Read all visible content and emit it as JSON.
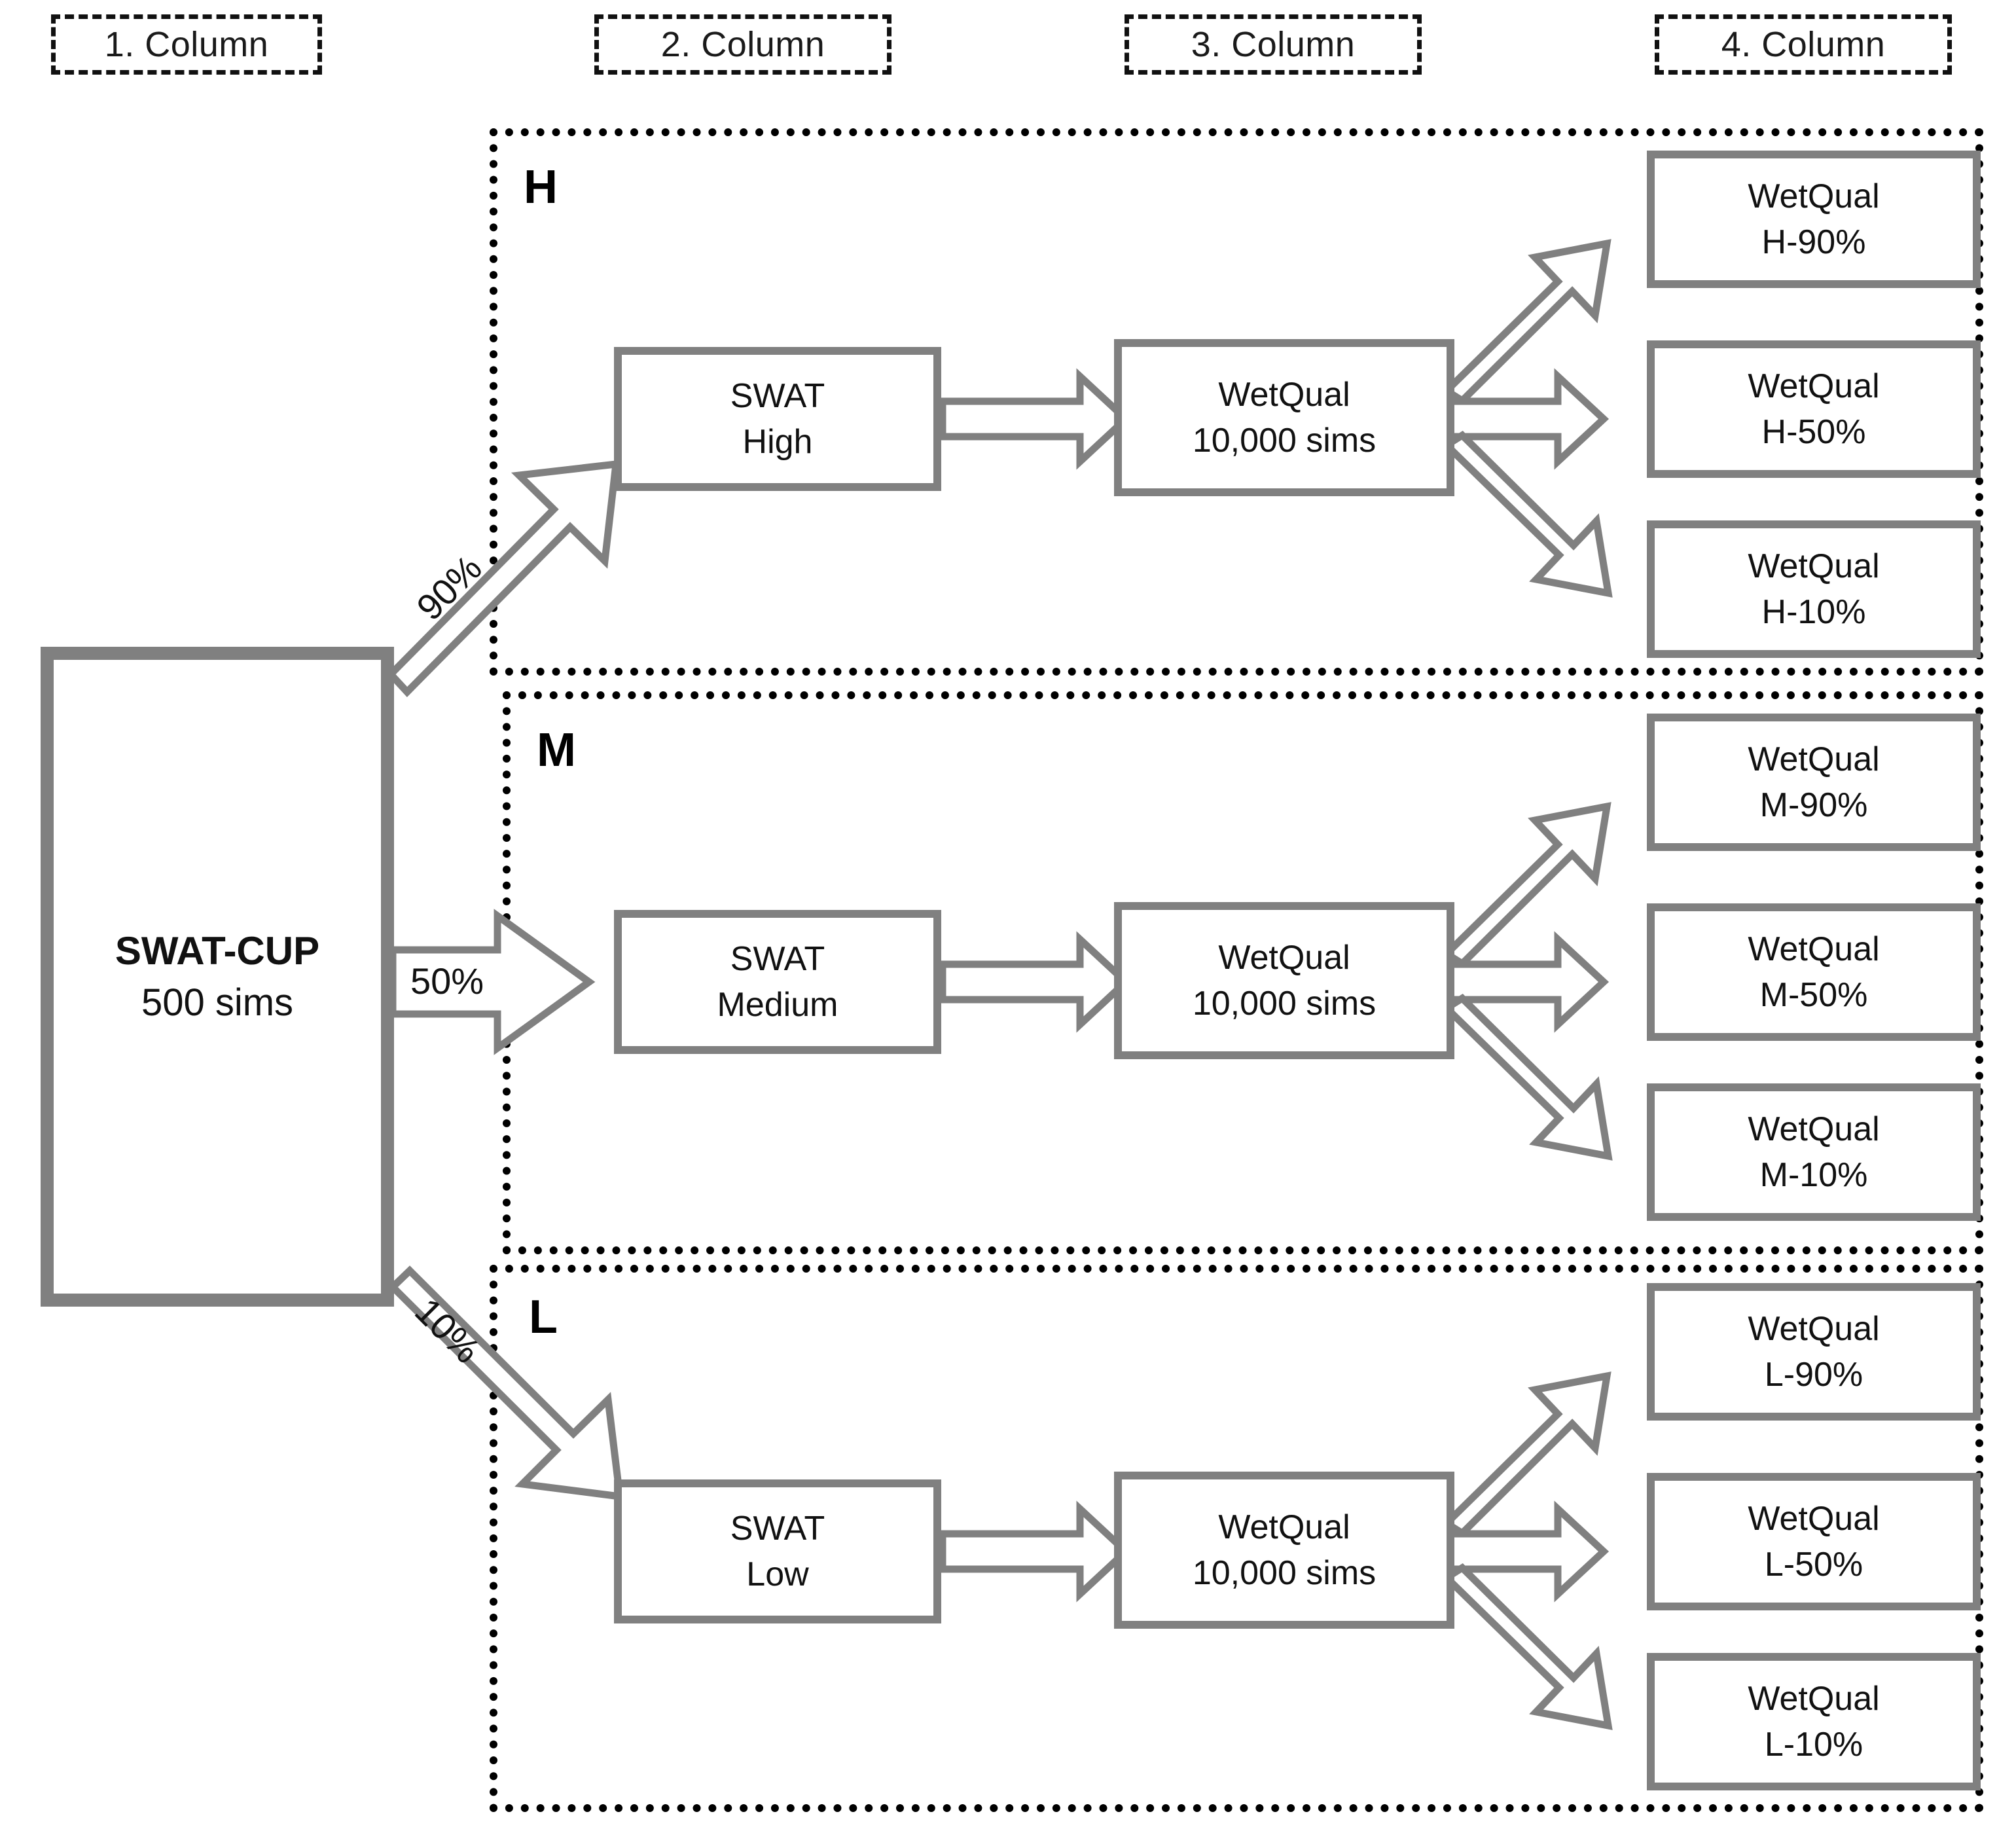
{
  "column_headers": [
    {
      "label": "1. Column"
    },
    {
      "label": "2. Column"
    },
    {
      "label": "3. Column"
    },
    {
      "label": "4. Column"
    }
  ],
  "root": {
    "title": "SWAT-CUP",
    "subtitle": "500 sims"
  },
  "branch_labels": {
    "high": "90%",
    "medium": "50%",
    "low": "10%"
  },
  "bands": [
    {
      "id": "H",
      "label": "H",
      "swat": {
        "title": "SWAT",
        "subtitle": "High"
      },
      "wetqual": {
        "title": "WetQual",
        "subtitle": "10,000 sims"
      },
      "outputs": [
        {
          "title": "WetQual",
          "subtitle": "H-90%"
        },
        {
          "title": "WetQual",
          "subtitle": "H-50%"
        },
        {
          "title": "WetQual",
          "subtitle": "H-10%"
        }
      ]
    },
    {
      "id": "M",
      "label": "M",
      "swat": {
        "title": "SWAT",
        "subtitle": "Medium"
      },
      "wetqual": {
        "title": "WetQual",
        "subtitle": "10,000 sims"
      },
      "outputs": [
        {
          "title": "WetQual",
          "subtitle": "M-90%"
        },
        {
          "title": "WetQual",
          "subtitle": "M-50%"
        },
        {
          "title": "WetQual",
          "subtitle": "M-10%"
        }
      ]
    },
    {
      "id": "L",
      "label": "L",
      "swat": {
        "title": "SWAT",
        "subtitle": "Low"
      },
      "wetqual": {
        "title": "WetQual",
        "subtitle": "10,000 sims"
      },
      "outputs": [
        {
          "title": "WetQual",
          "subtitle": "L-90%"
        },
        {
          "title": "WetQual",
          "subtitle": "L-50%"
        },
        {
          "title": "WetQual",
          "subtitle": "L-10%"
        }
      ]
    }
  ],
  "colors": {
    "box_border": "#808080",
    "band_border": "#000000",
    "text": "#111111",
    "background": "#ffffff"
  }
}
